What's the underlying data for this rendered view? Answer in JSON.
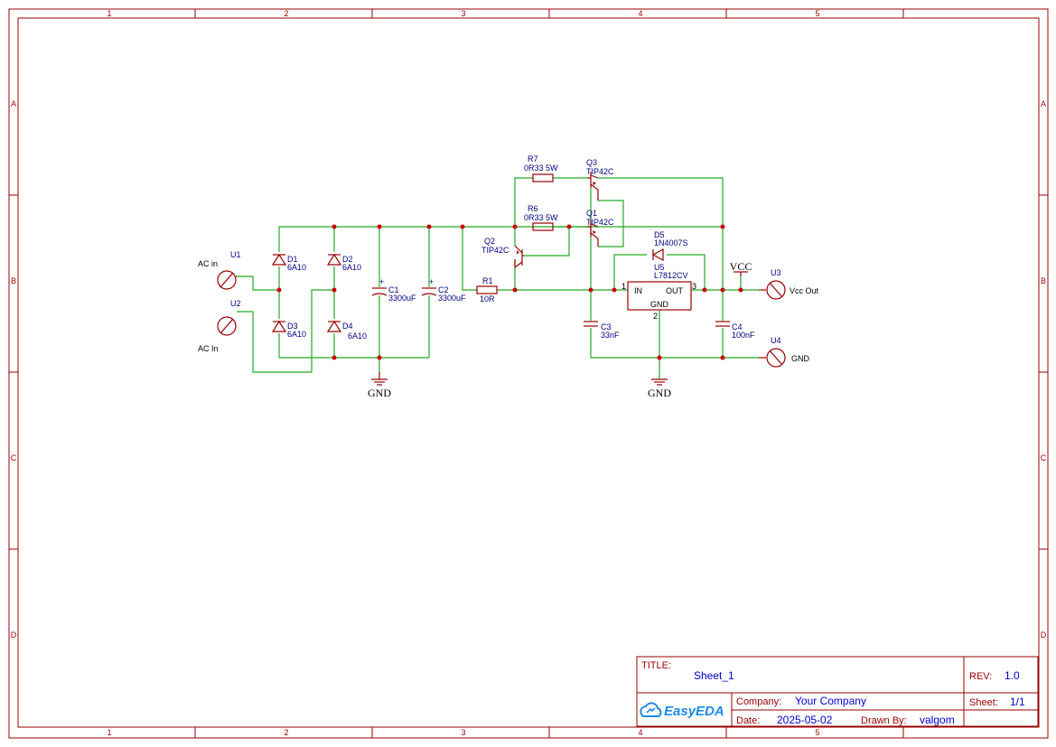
{
  "frame": {
    "columns": [
      "1",
      "2",
      "3",
      "4",
      "5"
    ],
    "rows": [
      "A",
      "B",
      "C",
      "D"
    ]
  },
  "title_block": {
    "title_label": "TITLE:",
    "title_value": "Sheet_1",
    "rev_label": "REV:",
    "rev_value": "1.0",
    "company_label": "Company:",
    "company_value": "Your Company",
    "sheet_label": "Sheet:",
    "sheet_value": "1/1",
    "date_label": "Date:",
    "date_value": "2025-05-02",
    "drawn_label": "Drawn By:",
    "drawn_value": "valgom",
    "logo": "EasyEDA",
    "logo_icon": "cloud-icon"
  },
  "components": {
    "U1": {
      "ref": "U1",
      "label": "AC in"
    },
    "U2": {
      "ref": "U2",
      "label": "AC In"
    },
    "D1": {
      "ref": "D1",
      "value": "6A10"
    },
    "D2": {
      "ref": "D2",
      "value": "6A10"
    },
    "D3": {
      "ref": "D3",
      "value": "6A10"
    },
    "D4": {
      "ref": "D4",
      "value": "6A10"
    },
    "C1": {
      "ref": "C1",
      "value": "3300uF"
    },
    "C2": {
      "ref": "C2",
      "value": "3300uF"
    },
    "R1": {
      "ref": "R1",
      "value": "10R"
    },
    "R6": {
      "ref": "R6",
      "value": "0R33 5W"
    },
    "R7": {
      "ref": "R7",
      "value": "0R33 5W"
    },
    "Q1": {
      "ref": "Q1",
      "value": "TIP42C"
    },
    "Q2": {
      "ref": "Q2",
      "value": "TIP42C"
    },
    "Q3": {
      "ref": "Q3",
      "value": "TIP42C"
    },
    "D5": {
      "ref": "D5",
      "value": "1N4007S"
    },
    "U5": {
      "ref": "U5",
      "value": "L7812CV",
      "pin_in": "IN",
      "pin_out": "OUT",
      "pin_gnd": "GND",
      "pin1": "1",
      "pin2": "2",
      "pin3": "3"
    },
    "C3": {
      "ref": "C3",
      "value": "33nF"
    },
    "C4": {
      "ref": "C4",
      "value": "100nF"
    },
    "U3": {
      "ref": "U3",
      "label": "Vcc Out"
    },
    "U4": {
      "ref": "U4",
      "label": "GND"
    },
    "gnd1": "GND",
    "gnd2": "GND",
    "vcc": "VCC"
  }
}
